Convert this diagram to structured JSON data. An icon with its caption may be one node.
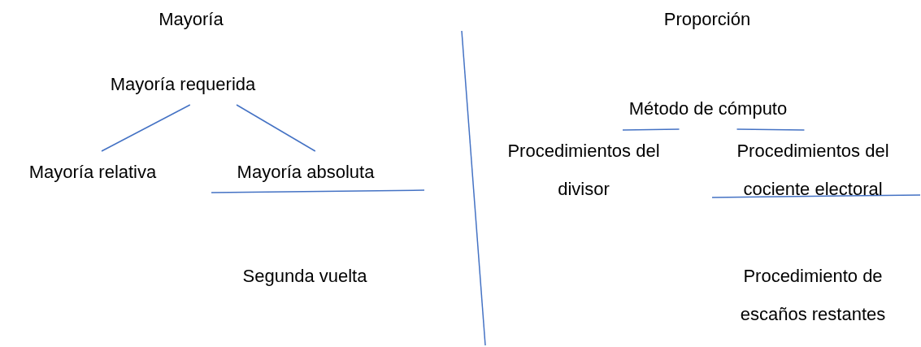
{
  "diagram": {
    "nodes": [
      {
        "text": [
          "Mayoría requerida"
        ]
      },
      {
        "text": [
          "Mayoría relativa"
        ]
      },
      {
        "text": [
          "Mayoría absoluta"
        ]
      },
      {
        "text": [
          "Método de cómputo"
        ]
      },
      {
        "text": [
          "Procedimientos del divisor"
        ]
      },
      {
        "text": [
          "Procedimientos del cociente electoral"
        ]
      }
    ],
    "edges": [
      {
        "from": 0,
        "to": 1,
        "arrow": "none"
      },
      {
        "from": 0,
        "to": 2,
        "arrow": "none"
      },
      {
        "from": 3,
        "to": 4,
        "arrow": "none"
      },
      {
        "from": 3,
        "to": 5,
        "arrow": "none"
      }
    ],
    "labels": [
      "Mayoría",
      "Proporción",
      "Segunda vuelta",
      "Procedimiento de escaños restantes"
    ]
  }
}
